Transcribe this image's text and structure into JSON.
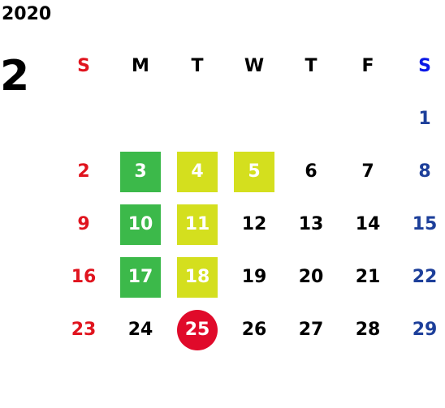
{
  "calendar": {
    "year": "2020",
    "month": "2",
    "weekdays": [
      "S",
      "M",
      "T",
      "W",
      "T",
      "F",
      "S"
    ],
    "weeks": [
      [
        "",
        "",
        "",
        "",
        "",
        "",
        "1"
      ],
      [
        "2",
        "3",
        "4",
        "5",
        "6",
        "7",
        "8"
      ],
      [
        "9",
        "10",
        "11",
        "12",
        "13",
        "14",
        "15"
      ],
      [
        "16",
        "17",
        "18",
        "19",
        "20",
        "21",
        "22"
      ],
      [
        "23",
        "24",
        "25",
        "26",
        "27",
        "28",
        "29"
      ]
    ],
    "highlights": {
      "green": [
        "3",
        "10",
        "17"
      ],
      "yellow": [
        "4",
        "5",
        "11",
        "18"
      ],
      "today": "25"
    }
  },
  "colors": {
    "sunday": "#e0141e",
    "saturday": "#1d3f9a",
    "saturday_header": "#0a18e6",
    "green_highlight": "#3cb94a",
    "yellow_highlight": "#d4df1e",
    "today_circle": "#e00a2a"
  }
}
